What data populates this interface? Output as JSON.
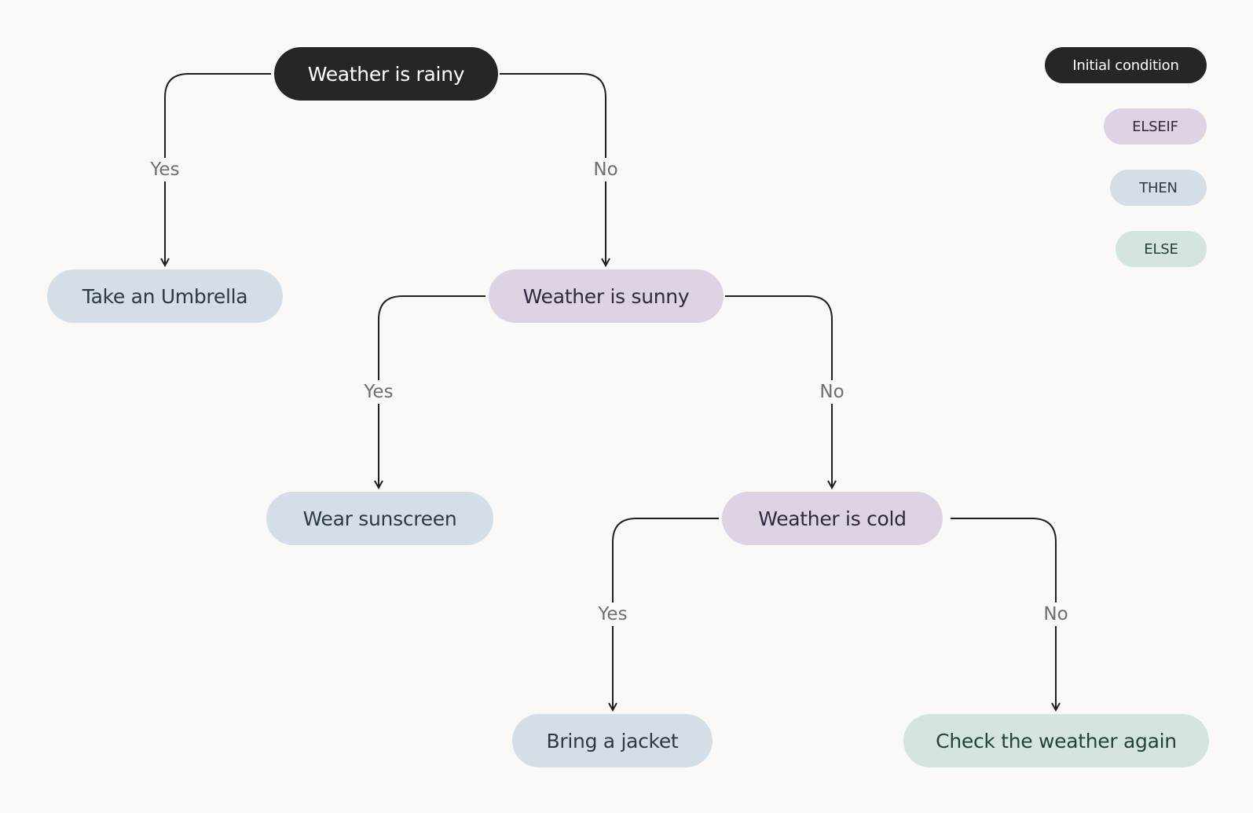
{
  "nodes": {
    "rainy": {
      "label": "Weather is rainy",
      "type": "initial"
    },
    "umbrella": {
      "label": "Take an Umbrella",
      "type": "then"
    },
    "sunny": {
      "label": "Weather is sunny",
      "type": "elseif"
    },
    "sunscreen": {
      "label": "Wear sunscreen",
      "type": "then"
    },
    "cold": {
      "label": "Weather is cold",
      "type": "elseif"
    },
    "jacket": {
      "label": "Bring a jacket",
      "type": "then"
    },
    "check": {
      "label": "Check the weather again",
      "type": "else"
    }
  },
  "edges": [
    {
      "from": "rainy",
      "to": "umbrella",
      "label": "Yes"
    },
    {
      "from": "rainy",
      "to": "sunny",
      "label": "No"
    },
    {
      "from": "sunny",
      "to": "sunscreen",
      "label": "Yes"
    },
    {
      "from": "sunny",
      "to": "cold",
      "label": "No"
    },
    {
      "from": "cold",
      "to": "jacket",
      "label": "Yes"
    },
    {
      "from": "cold",
      "to": "check",
      "label": "No"
    }
  ],
  "legend": [
    {
      "label": "Initial condition",
      "type": "initial"
    },
    {
      "label": "ELSEIF",
      "type": "elseif"
    },
    {
      "label": "THEN",
      "type": "then"
    },
    {
      "label": "ELSE",
      "type": "else"
    }
  ],
  "colors": {
    "initial": "#262626",
    "elseif": "#ddd3e5",
    "then": "#d5dee6",
    "else": "#d4e5de",
    "edge": "#1f1f1f",
    "background": "#faf9f7"
  }
}
